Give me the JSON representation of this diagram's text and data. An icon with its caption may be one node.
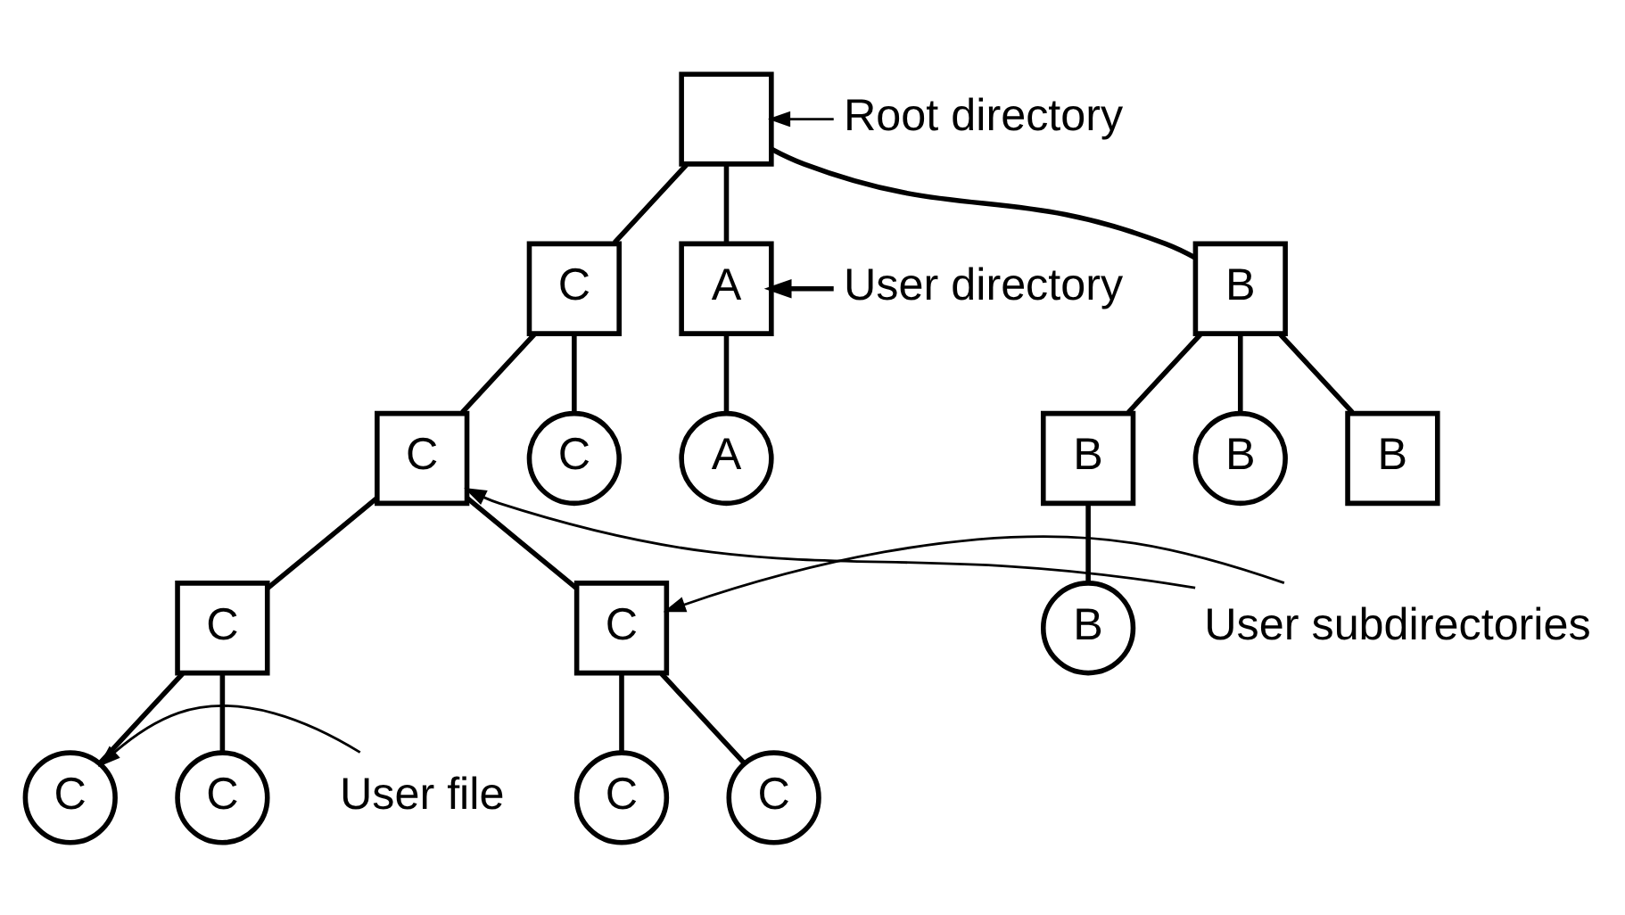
{
  "diagram": {
    "nodes": [
      {
        "text": [],
        "shape": "box"
      },
      {
        "text": [
          "A"
        ]
      },
      {
        "text": [
          "B"
        ]
      },
      {
        "text": [
          "C"
        ]
      },
      {
        "text": [
          "A"
        ]
      },
      {
        "text": [
          "B"
        ]
      },
      {
        "text": [
          "B"
        ]
      },
      {
        "text": [
          "B"
        ]
      },
      {
        "text": [
          "C"
        ]
      },
      {
        "text": [
          "C"
        ]
      },
      {
        "text": [
          "B"
        ]
      },
      {
        "text": [
          "C"
        ]
      },
      {
        "text": [
          "C"
        ]
      },
      {
        "text": [
          "C"
        ]
      },
      {
        "text": [
          "C"
        ]
      },
      {
        "text": [
          "C"
        ]
      },
      {
        "text": [
          "C"
        ]
      },
      {
        "text": [
          "Root directory"
        ]
      },
      {
        "text": [
          "User directory"
        ]
      },
      {
        "text": [
          "User subdirectories"
        ]
      },
      {
        "text": [
          "User file"
        ]
      }
    ],
    "edges": [
      {
        "from": 0,
        "to": 1,
        "arrow": "none"
      },
      {
        "from": 0,
        "to": 2,
        "arrow": "none"
      },
      {
        "from": 0,
        "to": 3,
        "arrow": "none"
      },
      {
        "from": 1,
        "to": 4,
        "arrow": "none"
      },
      {
        "from": 2,
        "to": 5,
        "arrow": "none"
      },
      {
        "from": 2,
        "to": 6,
        "arrow": "none"
      },
      {
        "from": 2,
        "to": 7,
        "arrow": "none"
      },
      {
        "from": 3,
        "to": 8,
        "arrow": "none"
      },
      {
        "from": 3,
        "to": 9,
        "arrow": "none"
      },
      {
        "from": 5,
        "to": 10,
        "arrow": "none"
      },
      {
        "from": 8,
        "to": 11,
        "arrow": "none"
      },
      {
        "from": 8,
        "to": 12,
        "arrow": "none"
      },
      {
        "from": 11,
        "to": 13,
        "arrow": "none"
      },
      {
        "from": 11,
        "to": 14,
        "arrow": "none"
      },
      {
        "from": 12,
        "to": 15,
        "arrow": "none"
      },
      {
        "from": 12,
        "to": 16,
        "arrow": "none"
      },
      {
        "from": 17,
        "to": 0,
        "arrow": "to"
      },
      {
        "from": 18,
        "to": 1,
        "arrow": "to"
      },
      {
        "from": 19,
        "to": 8,
        "arrow": "to"
      },
      {
        "from": 19,
        "to": 11,
        "arrow": "to"
      },
      {
        "from": 20,
        "to": 16,
        "arrow": "to"
      }
    ]
  }
}
